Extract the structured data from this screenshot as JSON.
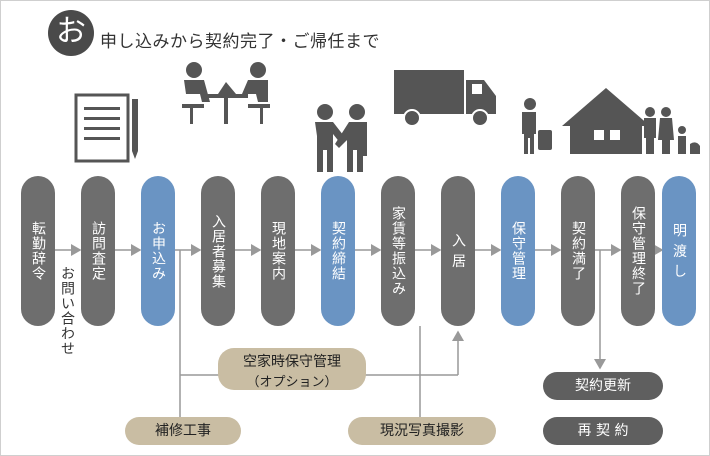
{
  "title": {
    "circle_char": "お",
    "text": "申し込みから契約完了・ご帰任まで"
  },
  "steps": [
    {
      "label": "転勤辞令",
      "color": "gray"
    },
    {
      "label": "訪問査定",
      "color": "gray"
    },
    {
      "label": "お申込み",
      "color": "blue"
    },
    {
      "label": "入居者募集",
      "color": "gray"
    },
    {
      "label": "現地案内",
      "color": "gray"
    },
    {
      "label": "契約締結",
      "color": "blue"
    },
    {
      "label": "家賃等振込み",
      "color": "gray"
    },
    {
      "label": "入 居",
      "color": "gray"
    },
    {
      "label": "保守管理",
      "color": "blue"
    },
    {
      "label": "契約満了",
      "color": "gray"
    },
    {
      "label": "保守管理終了",
      "color": "gray"
    },
    {
      "label": "明 渡 し",
      "color": "blue"
    }
  ],
  "side_note": "お問い合わせ",
  "options": {
    "vacancy_line1": "空家時保守管理",
    "vacancy_line2": "（オプション）",
    "repair": "補修工事",
    "photo": "現況写真撮影",
    "renewal": "契約更新",
    "recontract": "再 契 約"
  },
  "icons": [
    "document-pen-icon",
    "meeting-icon",
    "handshake-icon",
    "truck-icon",
    "family-house-icon"
  ],
  "colors": {
    "gray": "#6e6e6e",
    "blue": "#6a94c3",
    "tan": "#c9bda3",
    "dark": "#5f5f5f",
    "line": "#999999"
  }
}
